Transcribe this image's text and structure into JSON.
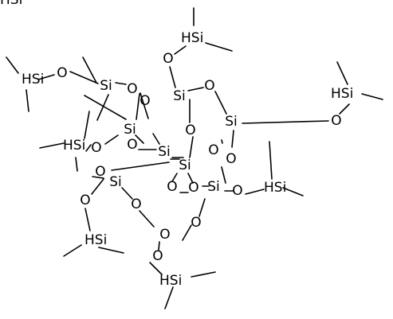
{
  "colors": {
    "background": "#ffffff",
    "ink": "#000000"
  },
  "atoms": [
    {
      "id": "si1",
      "text": "Si"
    },
    {
      "id": "si2",
      "text": "Si"
    },
    {
      "id": "si3",
      "text": "Si"
    },
    {
      "id": "si4",
      "text": "Si"
    },
    {
      "id": "si5",
      "text": "Si"
    },
    {
      "id": "si6",
      "text": "Si"
    },
    {
      "id": "si7",
      "text": "Si"
    },
    {
      "id": "si8",
      "text": "Si"
    },
    {
      "id": "hsi1",
      "text": "HSi"
    },
    {
      "id": "hsi2",
      "text": "HSi"
    },
    {
      "id": "hsi3",
      "text": "HSi"
    },
    {
      "id": "hsi4",
      "text": "HSi"
    },
    {
      "id": "hsi5",
      "text": "HSi"
    },
    {
      "id": "hsi6",
      "text": "HSi"
    },
    {
      "id": "hsi7",
      "text": "HSi"
    },
    {
      "id": "hsi8",
      "text": "HSi"
    },
    {
      "id": "o1",
      "text": "O"
    },
    {
      "id": "o2",
      "text": "O"
    },
    {
      "id": "o3",
      "text": "O"
    },
    {
      "id": "o4",
      "text": "O"
    },
    {
      "id": "o5",
      "text": "O"
    },
    {
      "id": "o6",
      "text": "O"
    },
    {
      "id": "o7",
      "text": "O"
    },
    {
      "id": "o8",
      "text": "O"
    },
    {
      "id": "o9",
      "text": "O"
    },
    {
      "id": "o10",
      "text": "O"
    },
    {
      "id": "o11",
      "text": "O"
    },
    {
      "id": "o12",
      "text": "O"
    },
    {
      "id": "o13",
      "text": "O"
    },
    {
      "id": "o14",
      "text": "O"
    },
    {
      "id": "o15",
      "text": "O"
    },
    {
      "id": "o16",
      "text": "O"
    },
    {
      "id": "o17",
      "text": "O"
    },
    {
      "id": "o18",
      "text": "O"
    },
    {
      "id": "o19",
      "text": "O"
    },
    {
      "id": "o20",
      "text": "O"
    }
  ]
}
